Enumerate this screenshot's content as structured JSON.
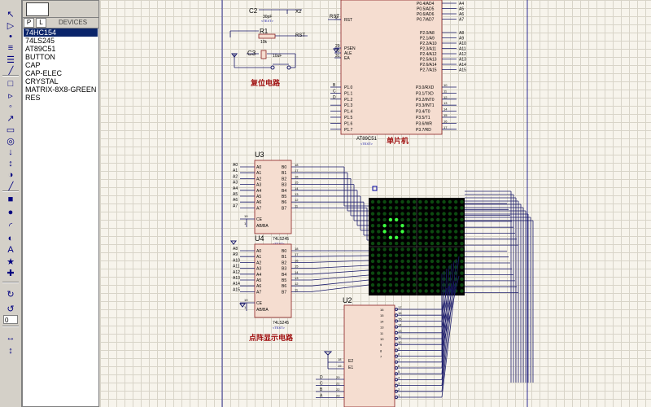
{
  "toolbar": {
    "buttons": [
      "select-mode",
      "component-mode",
      "junction-dot",
      "wire-label",
      "text-script",
      "bus",
      "subcircuit",
      "terminal",
      "device-pin",
      "graph",
      "tape",
      "generator",
      "voltage-probe",
      "current-probe",
      "virtual-instrument",
      "line",
      "box",
      "circle",
      "arc",
      "path",
      "text",
      "symbol",
      "marker",
      "rotate-cw",
      "rotate-ccw",
      "flip-h",
      "flip-v"
    ],
    "angle_value": "0"
  },
  "panel": {
    "pick_label": "P",
    "lib_label": "L",
    "title": "DEVICES",
    "items": [
      "74HC154",
      "74LS245",
      "AT89C51",
      "BUTTON",
      "CAP",
      "CAP-ELEC",
      "CRYSTAL",
      "MATRIX-8X8-GREEN",
      "RES"
    ],
    "selected": "74HC154"
  },
  "schematic": {
    "labels": {
      "c2": "C2",
      "c2_val": "30pF",
      "r1": "R1",
      "r1_val": "10k",
      "c3": "C3",
      "c3_val": "10uF",
      "x2": "X2",
      "rst": "RST",
      "reset_circuit": "复位电路",
      "mcu_caption": "单片机",
      "mcu_name": "AT89C51",
      "u3": "U3",
      "u4": "U4",
      "u2": "U2",
      "ls245": "74LS245",
      "matrix_caption": "点阵显示电路",
      "text_placeholder": "<TEXT>",
      "ce": "CE",
      "ab_ba": "AB/BA",
      "e2": "E2",
      "e1": "E1"
    },
    "mcu_left_pins": [
      "RST",
      "PSEN",
      "ALE",
      "EA"
    ],
    "mcu_left_nums": [
      "9",
      "29",
      "30",
      "31"
    ],
    "mcu_p1_pins": [
      "P1.0",
      "P1.1",
      "P1.2",
      "P1.3",
      "P1.4",
      "P1.5",
      "P1.6",
      "P1.7"
    ],
    "mcu_p1_nets": [
      "B",
      "C",
      "D",
      "",
      "",
      "",
      "",
      ""
    ],
    "mcu_p0_pins": [
      "P0.4/AD4",
      "P0.5/AD5",
      "P0.6/AD6",
      "P0.7/AD7"
    ],
    "mcu_p0_nets": [
      "A4",
      "A5",
      "A6",
      "A7"
    ],
    "mcu_p2_pins": [
      "P2.0/A8",
      "P2.1/A9",
      "P2.2/A10",
      "P2.3/A11",
      "P2.4/A12",
      "P2.5/A13",
      "P2.6/A14",
      "P2.7/A15"
    ],
    "mcu_p2_nets": [
      "A8",
      "A9",
      "A10",
      "A11",
      "A12",
      "A13",
      "A14",
      "A15"
    ],
    "mcu_p3_pins": [
      "P3.0/RXD",
      "P3.1/TXD",
      "P3.2/INT0",
      "P3.3/INT1",
      "P3.4/T0",
      "P3.5/T1",
      "P3.6/WR",
      "P3.7/RD"
    ],
    "mcu_p3_nums": [
      "10",
      "11",
      "12",
      "13",
      "14",
      "15",
      "16",
      "17"
    ],
    "u3_nets": [
      "A0",
      "A1",
      "A2",
      "A3",
      "A4",
      "A5",
      "A6",
      "A7"
    ],
    "u4_nets": [
      "A8",
      "A9",
      "A10",
      "A11",
      "A12",
      "A13",
      "A14",
      "A15"
    ],
    "buf_a_pins": [
      "A0",
      "A1",
      "A2",
      "A3",
      "A4",
      "A5",
      "A6",
      "A7"
    ],
    "buf_b_pins": [
      "B0",
      "B1",
      "B2",
      "B3",
      "B4",
      "B5",
      "B6",
      "B7"
    ],
    "buf_left_nums": [
      "2",
      "3",
      "4",
      "5",
      "6",
      "7",
      "8",
      "9"
    ],
    "buf_right_nums": [
      "18",
      "17",
      "16",
      "15",
      "14",
      "13",
      "12",
      "11"
    ],
    "buf_ce_num": "19",
    "buf_dir_num": "1",
    "u2_left_nets": [
      "D",
      "C",
      "B",
      "A"
    ],
    "u2_right_nums": [
      "17",
      "16",
      "15",
      "14",
      "13",
      "11",
      "10",
      "9",
      "8",
      "7",
      "6",
      "5",
      "4",
      "3",
      "2",
      "1"
    ],
    "u2_top_nums": [
      "16",
      "15",
      "14",
      "13",
      "11",
      "10",
      "9",
      "8",
      "7"
    ],
    "u2_bottom_nums": [
      "20",
      "21",
      "22",
      "23"
    ],
    "u2_enable_nums": [
      "18",
      "19"
    ],
    "led_lit": [
      "00000000",
      "00000000",
      "00000000",
      "00011000",
      "00100100",
      "00100100",
      "00011000",
      "00000000",
      "00000000",
      "00000000",
      "00000000",
      "00000000",
      "00000000",
      "00000000",
      "00000000",
      "00000000"
    ]
  },
  "colors": {
    "component_fill": "#f5ddd0",
    "component_stroke": "#8a2020",
    "wire": "#1a1a6a",
    "text_blue": "#0000a0",
    "pin_text": "#000000",
    "caption": "#a01010",
    "led_off": "#0c4a10",
    "led_on": "#3cff40",
    "matrix_bg": "#000000",
    "selection": "#0a246a",
    "sheet_border": "#000080"
  }
}
